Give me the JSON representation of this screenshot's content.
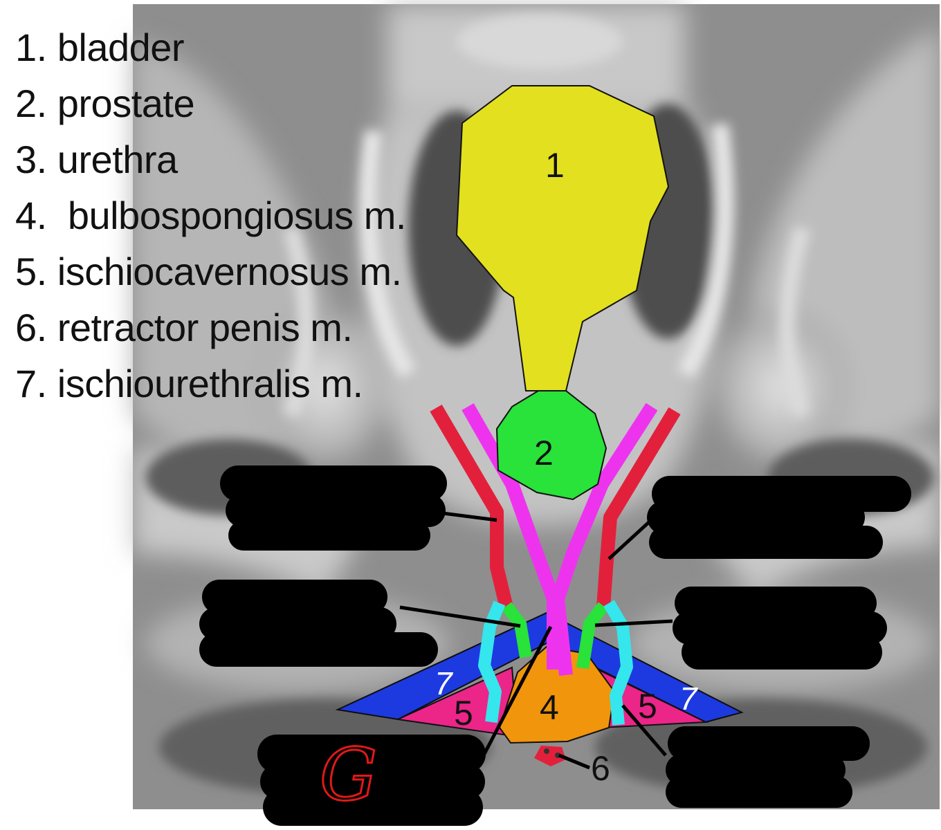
{
  "legend": [
    {
      "number": "1.",
      "name": "bladder",
      "color": "#e3e020"
    },
    {
      "number": "2.",
      "name": "prostate",
      "color": "#29e23a"
    },
    {
      "number": "3.",
      "name": "urethra",
      "color": "#ee33ee"
    },
    {
      "number": "4. ",
      "name": "bulbospongiosus m.",
      "color": "#f0950c"
    },
    {
      "number": "5.",
      "name": "ischiocavernosus m.",
      "color": "#ec2589"
    },
    {
      "number": "6.",
      "name": "retractor penis m.",
      "color": "#e3203c"
    },
    {
      "number": "7.",
      "name": "ischiourethralis m.",
      "color": "#1d3ae0"
    }
  ],
  "markers": {
    "bladder": "1",
    "prostate": "2",
    "bulbospongiosus": "4",
    "ischiocavernosus_left": "5",
    "ischiocavernosus_right": "5",
    "ischiourethralis_left": "7",
    "ischiourethralis_right": "7",
    "retractor_penis": "6"
  },
  "handwritten_mark": "G",
  "colors": {
    "xray_dark": "#2a2a2a",
    "xray_mid": "#8a8a8a",
    "xray_light": "#d6d6d6",
    "cyan_structure": "#35e6ec",
    "redaction": "#000000",
    "handwriting": "#e11818"
  }
}
